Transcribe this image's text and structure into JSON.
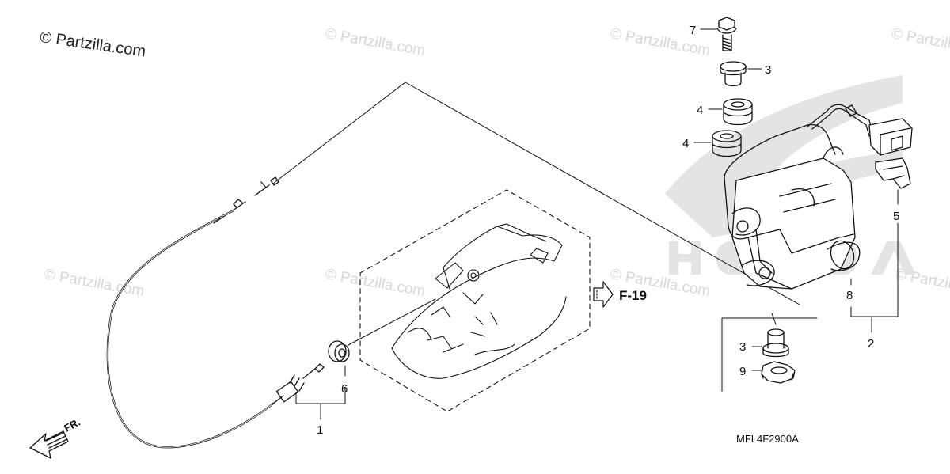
{
  "copyright": "© Partzilla.com",
  "watermark_text": "© Partzilla.com",
  "diagram_code": "MFL4F2900A",
  "reference_label": "F-19",
  "front_label": "FR.",
  "callouts": {
    "c1": "1",
    "c2": "2",
    "c3a": "3",
    "c3b": "3",
    "c4a": "4",
    "c4b": "4",
    "c5": "5",
    "c6": "6",
    "c7": "7",
    "c8": "8",
    "c9": "9"
  },
  "colors": {
    "line": "#111111",
    "watermark": "#d8d8d8",
    "logo": "#e2e2e2"
  }
}
